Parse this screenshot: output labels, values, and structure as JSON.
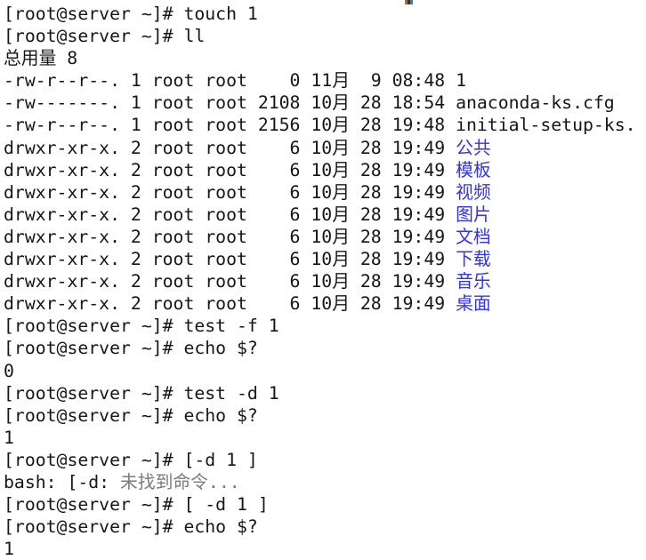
{
  "terminal": {
    "colors": {
      "background": "#ffffff",
      "foreground": "#161616",
      "directory": "#3333ea",
      "muted": "#7a7a7a"
    },
    "lines": [
      {
        "segments": [
          {
            "t": "[root@server ~]# touch 1"
          }
        ]
      },
      {
        "segments": [
          {
            "t": "[root@server ~]# ll"
          }
        ]
      },
      {
        "segments": [
          {
            "t": "总用量 8"
          }
        ]
      },
      {
        "segments": [
          {
            "t": "-rw-r--r--. 1 root root    0 11月  9 08:48 1"
          }
        ]
      },
      {
        "segments": [
          {
            "t": "-rw-------. 1 root root 2108 10月 28 18:54 anaconda-ks.cfg"
          }
        ]
      },
      {
        "segments": [
          {
            "t": "-rw-r--r--. 1 root root 2156 10月 28 19:48 initial-setup-ks."
          }
        ]
      },
      {
        "segments": [
          {
            "t": "drwxr-xr-x. 2 root root    6 10月 28 19:49 "
          },
          {
            "t": "公共",
            "c": "dir"
          }
        ]
      },
      {
        "segments": [
          {
            "t": "drwxr-xr-x. 2 root root    6 10月 28 19:49 "
          },
          {
            "t": "模板",
            "c": "dir"
          }
        ]
      },
      {
        "segments": [
          {
            "t": "drwxr-xr-x. 2 root root    6 10月 28 19:49 "
          },
          {
            "t": "视频",
            "c": "dir"
          }
        ]
      },
      {
        "segments": [
          {
            "t": "drwxr-xr-x. 2 root root    6 10月 28 19:49 "
          },
          {
            "t": "图片",
            "c": "dir"
          }
        ]
      },
      {
        "segments": [
          {
            "t": "drwxr-xr-x. 2 root root    6 10月 28 19:49 "
          },
          {
            "t": "文档",
            "c": "dir"
          }
        ]
      },
      {
        "segments": [
          {
            "t": "drwxr-xr-x. 2 root root    6 10月 28 19:49 "
          },
          {
            "t": "下载",
            "c": "dir"
          }
        ]
      },
      {
        "segments": [
          {
            "t": "drwxr-xr-x. 2 root root    6 10月 28 19:49 "
          },
          {
            "t": "音乐",
            "c": "dir"
          }
        ]
      },
      {
        "segments": [
          {
            "t": "drwxr-xr-x. 2 root root    6 10月 28 19:49 "
          },
          {
            "t": "桌面",
            "c": "dir"
          }
        ]
      },
      {
        "segments": [
          {
            "t": "[root@server ~]# test -f 1"
          }
        ]
      },
      {
        "segments": [
          {
            "t": "[root@server ~]# echo $?"
          }
        ]
      },
      {
        "segments": [
          {
            "t": "0"
          }
        ]
      },
      {
        "segments": [
          {
            "t": "[root@server ~]# test -d 1"
          }
        ]
      },
      {
        "segments": [
          {
            "t": "[root@server ~]# echo $?"
          }
        ]
      },
      {
        "segments": [
          {
            "t": "1"
          }
        ]
      },
      {
        "segments": [
          {
            "t": "[root@server ~]# [-d 1 ]"
          }
        ]
      },
      {
        "segments": [
          {
            "t": "bash: [-d: "
          },
          {
            "t": "未找到命令...",
            "c": "muted"
          }
        ]
      },
      {
        "segments": [
          {
            "t": "[root@server ~]# [ -d 1 ]"
          }
        ]
      },
      {
        "segments": [
          {
            "t": "[root@server ~]# echo $?"
          }
        ]
      },
      {
        "segments": [
          {
            "t": "1"
          }
        ]
      }
    ]
  },
  "top_edge_fragment": {
    "colors": [
      "#b26a1f",
      "#333333",
      "#4a7ab8"
    ]
  }
}
